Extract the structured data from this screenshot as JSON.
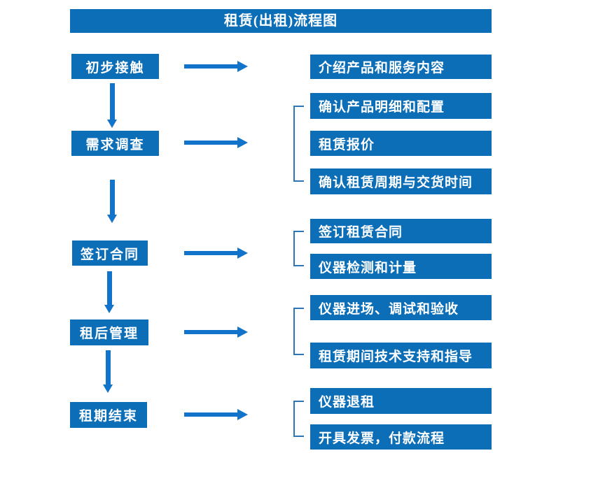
{
  "title": "租赁(出租)流程图",
  "colors": {
    "box_blue": "#0d6eb8",
    "arrow_blue": "#1173c9",
    "bracket_blue": "#2e75b6",
    "text_white": "#ffffff",
    "background": "#ffffff"
  },
  "flow": {
    "steps": [
      {
        "label": "初步接触",
        "details": [
          "介绍产品和服务内容"
        ]
      },
      {
        "label": "需求调查",
        "details": [
          "确认产品明细和配置",
          "租赁报价",
          "确认租赁周期与交货时间"
        ]
      },
      {
        "label": "签订合同",
        "details": [
          "签订租赁合同",
          "仪器检测和计量"
        ]
      },
      {
        "label": "租后管理",
        "details": [
          "仪器进场、调试和验收",
          "租赁期间技术支持和指导"
        ]
      },
      {
        "label": "租期结束",
        "details": [
          "仪器退租",
          "开具发票，付款流程"
        ]
      }
    ]
  }
}
